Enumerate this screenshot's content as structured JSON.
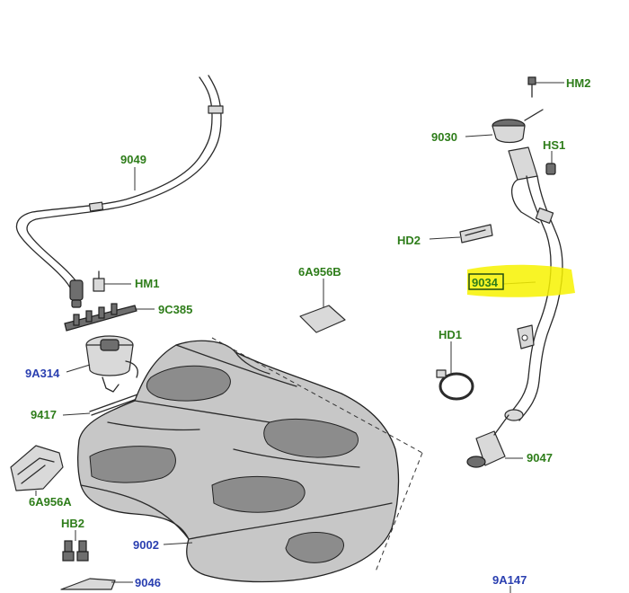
{
  "highlight_color": "#f7f200",
  "label_colors": {
    "green": "#2e7d1a",
    "blue": "#2a3fb0"
  },
  "labels": {
    "hm2": "HM2",
    "p9030": "9030",
    "hs1": "HS1",
    "p9049": "9049",
    "hd2": "HD2",
    "hm1": "HM1",
    "p6a956b": "6A956B",
    "p9034": "9034",
    "p9c385": "9C385",
    "hd1": "HD1",
    "p9a314": "9A314",
    "p9417": "9417",
    "p9047": "9047",
    "p6a956a": "6A956A",
    "hb2": "HB2",
    "p9002": "9002",
    "p9046": "9046",
    "p9a147": "9A147"
  }
}
